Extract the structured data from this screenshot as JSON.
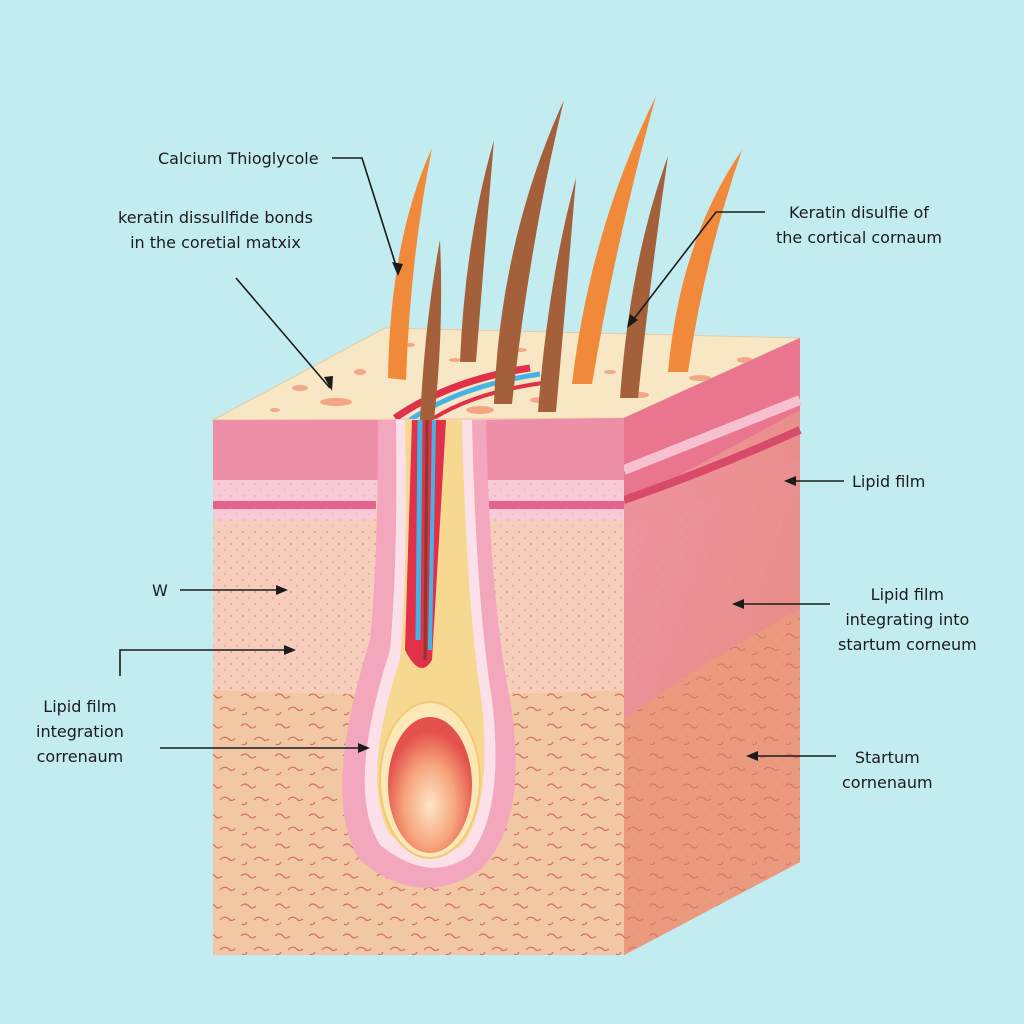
{
  "diagram": {
    "colors": {
      "background": "#c3ecf1",
      "top_surface": "#f8e7c4",
      "epidermis_pink": "#ee8fa8",
      "dermis": "#f7cdbb",
      "subcutis": "#f2c7a4",
      "right_face": "#e88d9c",
      "hair_orange": "#f08a3a",
      "hair_brown": "#a4603a",
      "bulb": "#e85a55",
      "arrow": "#1b1b1b"
    },
    "labels": {
      "calcium": "Calcium Thioglycole",
      "keratin_left": [
        "keratin dissullfide bonds",
        "in the coretial matxix"
      ],
      "keratin_right": [
        "Keratin disulfie of",
        "the cortical cornaum"
      ],
      "lipid_film": "Lipid film",
      "w": "W",
      "lipid_integrating": [
        "Lipid film",
        "integrating into",
        "startum corneum"
      ],
      "lipid_integration": [
        "Lipid film",
        "integration",
        "correnaum"
      ],
      "startum": [
        "Startum",
        "cornenaum"
      ]
    }
  }
}
